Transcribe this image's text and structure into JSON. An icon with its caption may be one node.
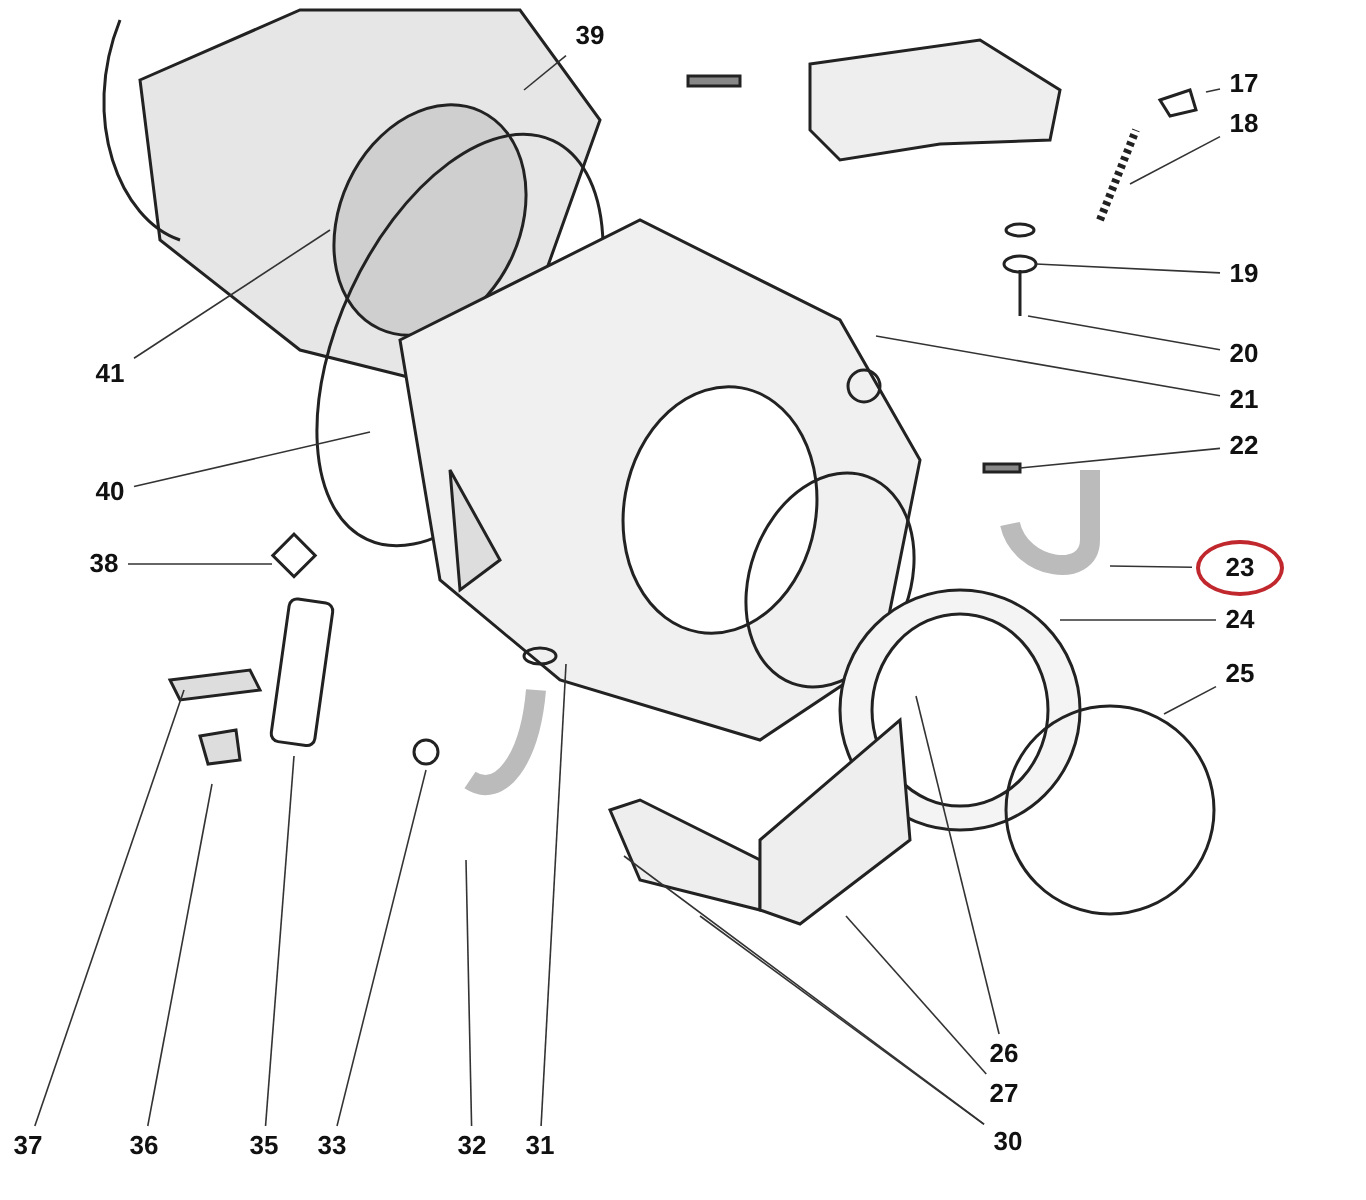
{
  "diagram": {
    "nodes": [
      {
        "text": [
          "39"
        ]
      },
      {
        "text": [
          "17"
        ]
      },
      {
        "text": [
          "18"
        ]
      },
      {
        "text": [
          "19"
        ]
      },
      {
        "text": [
          "20"
        ]
      },
      {
        "text": [
          "41"
        ]
      },
      {
        "text": [
          "21"
        ]
      },
      {
        "text": [
          "22"
        ]
      },
      {
        "text": [
          "40"
        ]
      },
      {
        "text": [
          "38"
        ]
      },
      {
        "text": [
          "23"
        ]
      },
      {
        "text": [
          "24"
        ]
      },
      {
        "text": [
          "25"
        ]
      },
      {
        "text": [
          "26"
        ]
      },
      {
        "text": [
          "27"
        ]
      },
      {
        "text": [
          "37"
        ]
      },
      {
        "text": [
          "36"
        ]
      },
      {
        "text": [
          "35"
        ]
      },
      {
        "text": [
          "33"
        ]
      },
      {
        "text": [
          "32"
        ]
      },
      {
        "text": [
          "31"
        ]
      },
      {
        "text": [
          "30"
        ]
      }
    ],
    "edges": [
      {
        "from": 0,
        "to": null,
        "arrow": "none"
      },
      {
        "from": 1,
        "to": null,
        "arrow": "none"
      },
      {
        "from": 2,
        "to": null,
        "arrow": "none"
      },
      {
        "from": 3,
        "to": null,
        "arrow": "none"
      },
      {
        "from": 4,
        "to": null,
        "arrow": "none"
      },
      {
        "from": 5,
        "to": null,
        "arrow": "none"
      },
      {
        "from": 6,
        "to": null,
        "arrow": "none"
      },
      {
        "from": 7,
        "to": null,
        "arrow": "none"
      },
      {
        "from": 8,
        "to": null,
        "arrow": "none"
      },
      {
        "from": 9,
        "to": null,
        "arrow": "none"
      },
      {
        "from": 10,
        "to": null,
        "arrow": "none"
      },
      {
        "from": 11,
        "to": null,
        "arrow": "none"
      },
      {
        "from": 12,
        "to": null,
        "arrow": "none"
      },
      {
        "from": 13,
        "to": null,
        "arrow": "none"
      },
      {
        "from": 14,
        "to": null,
        "arrow": "none"
      },
      {
        "from": 15,
        "to": null,
        "arrow": "none"
      },
      {
        "from": 16,
        "to": null,
        "arrow": "none"
      },
      {
        "from": 17,
        "to": null,
        "arrow": "none"
      },
      {
        "from": 18,
        "to": null,
        "arrow": "none"
      },
      {
        "from": 19,
        "to": null,
        "arrow": "none"
      },
      {
        "from": 20,
        "to": null,
        "arrow": "none"
      },
      {
        "from": 21,
        "to": null,
        "arrow": "none"
      },
      {
        "from": 21,
        "to": null,
        "arrow": "none"
      }
    ]
  }
}
